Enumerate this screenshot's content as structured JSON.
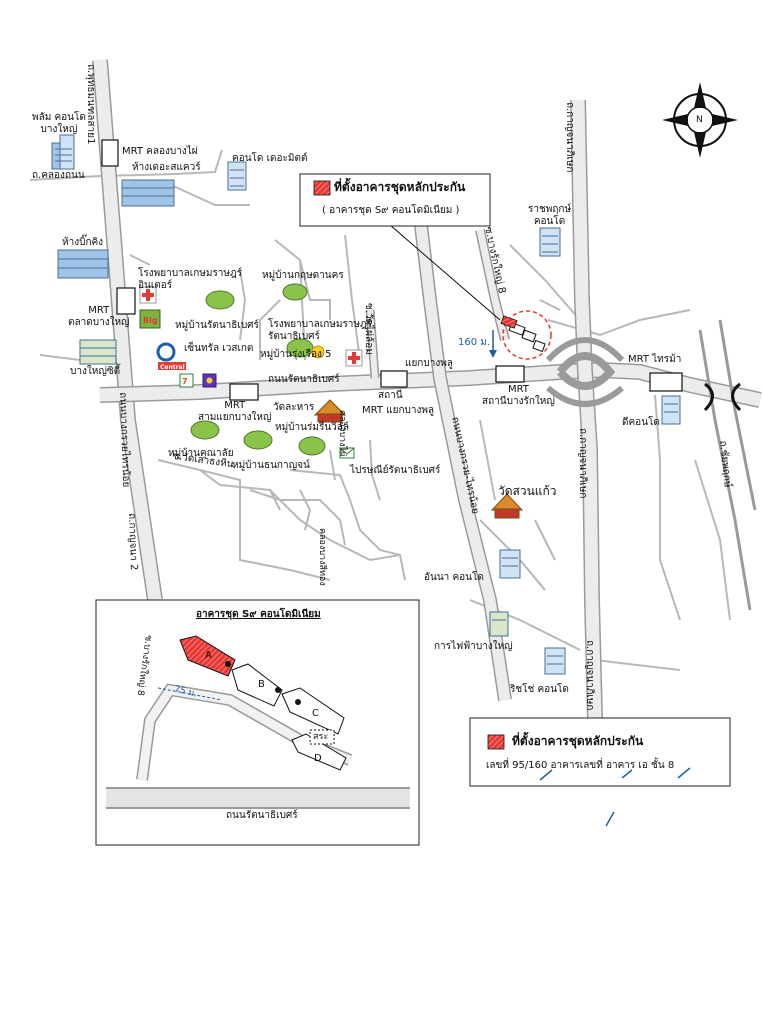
{
  "roads": {
    "phutthamonthon_top": "ถ.พุทธมนฑลสาย1",
    "khlong_thanon": "ถ.คลองถนน",
    "bangkruai_sainoi_left": "ถนนบางกรวยไทรน้อย",
    "kanchana_2": "ถ.กาญจนา 2",
    "wat_saoth": "ซ.วัดเสาธงหิน",
    "rattanathibet": "ถนนรัตนาธิเบศร์",
    "wat_phai_lom": "ซ.วัดไผ่ล้อม",
    "bangkruai_sainoi_center": "ถนนบางกรวย-ไทรน้อย",
    "bangrakyai_8": "ซ.บางรักใหญ่ 8",
    "khlong_bang_phai": "คลองบางไผ่",
    "khlong_bang_sue": "คลองบางสีทอง",
    "kanchanaphisek_right": "ถ.กาญจนาภิเษก",
    "kanchanaphisek_top": "ถ.กาญจนาภิเษก",
    "kanchanaphisek_bottom": "ถ.กาญจนาภิเษก",
    "chaiyaphruek": "ถ.ชัยพฤกษ์"
  },
  "places": {
    "palm_condo": "พลัม คอนโด\nบางใหญ่",
    "mrt_khlong_bang_phai": "MRT คลองบางไผ่",
    "the_le_square": "ห้างเดอะสแควร์",
    "the_cosmic": "คอนโด เดอะมิตต์",
    "big_c_store": "ห้างบิ๊กคิง",
    "kasemrad_hospital_1": "โรงพยาบาลเกษมราษฎร์\nอินเตอร์",
    "mrt_talad_bangyai": "MRT\nตลาดบางใหญ่",
    "moo_ban_rattana": "หมู่บ้านรัตนาธิเบศร์",
    "central_westgate": "เซ็นทรัล เวสเกต",
    "bangyai_city": "บางใหญ่ซิตี้",
    "moo_ban_krisada": "หมู่บ้านกฤษดานคร",
    "kasemrad_hospital_2": "โรงพยาบาลเกษมราษฎร์\nรัตนาธิเบศร์",
    "moo_ban_rungruang": "หมู่บ้านรุ่งเรือง 5",
    "mrt_sam_yaek": "MRT\nสามแยกบางใหญ่",
    "wat_la_mo": "วัดละหาร",
    "moo_ban_ruam": "หมู่บ้านร่มรื่นวิลล์",
    "station_small": "สถานี",
    "mrt_yaek_bang_phlu": "MRT แยกบางพลู",
    "yaek_bang_phlu": "แยกบางพลู",
    "moo_ban_khun": "หมู่บ้านคุณาลัย",
    "moo_ban_thana": "หมู่บ้านธนกาญจน์",
    "post_office": "ไปรษณีย์รัตนาธิเบศร์",
    "wat_suan_kaew": "วัดสวนแก้ว",
    "annana_condo": "อันนา คอนโด",
    "pea_bangyai": "การไฟฟ้าบางใหญ่",
    "richie_condo": "ริชโช่ คอนโด",
    "mrt_sai_ma": "MRT ไทรม้า",
    "d_condo": "ดีคอนโด",
    "ratchaphruek_condo": "ราชพฤกษ์\nคอนโด",
    "mrt_bang_rak_yai": "MRT\nสถานีบางรักใหญ่",
    "distance_160": "160 ม.",
    "compass_n": "N"
  },
  "legend_top": {
    "title": "ที่ตั้งอาคารชุดหลักประกัน",
    "subtitle": "( อาคารชุด S๙ คอนโดมิเนียม )"
  },
  "inset": {
    "title": "อาคารชุด S๙ คอนโดมิเนียม",
    "road_bottom": "ถนนรัตนาธิเบศร์",
    "soi": "ซ.บางรักใหญ่ 8",
    "distance": "75 ม.",
    "bldg_a": "A",
    "bldg_b": "B",
    "bldg_c": "C",
    "bldg_d": "D",
    "pool": "สระ"
  },
  "legend_bottom": {
    "title": "ที่ตั้งอาคารชุดหลักประกัน",
    "detail": "เลขที่ 95/160 อาคารเลขที่ อาคาร เอ ชั้น 8"
  },
  "colors": {
    "road_fill": "#ececec",
    "road_edge": "#9a9a9a",
    "marker_red": "#e53935",
    "accent_blue": "#1f5fa8"
  }
}
